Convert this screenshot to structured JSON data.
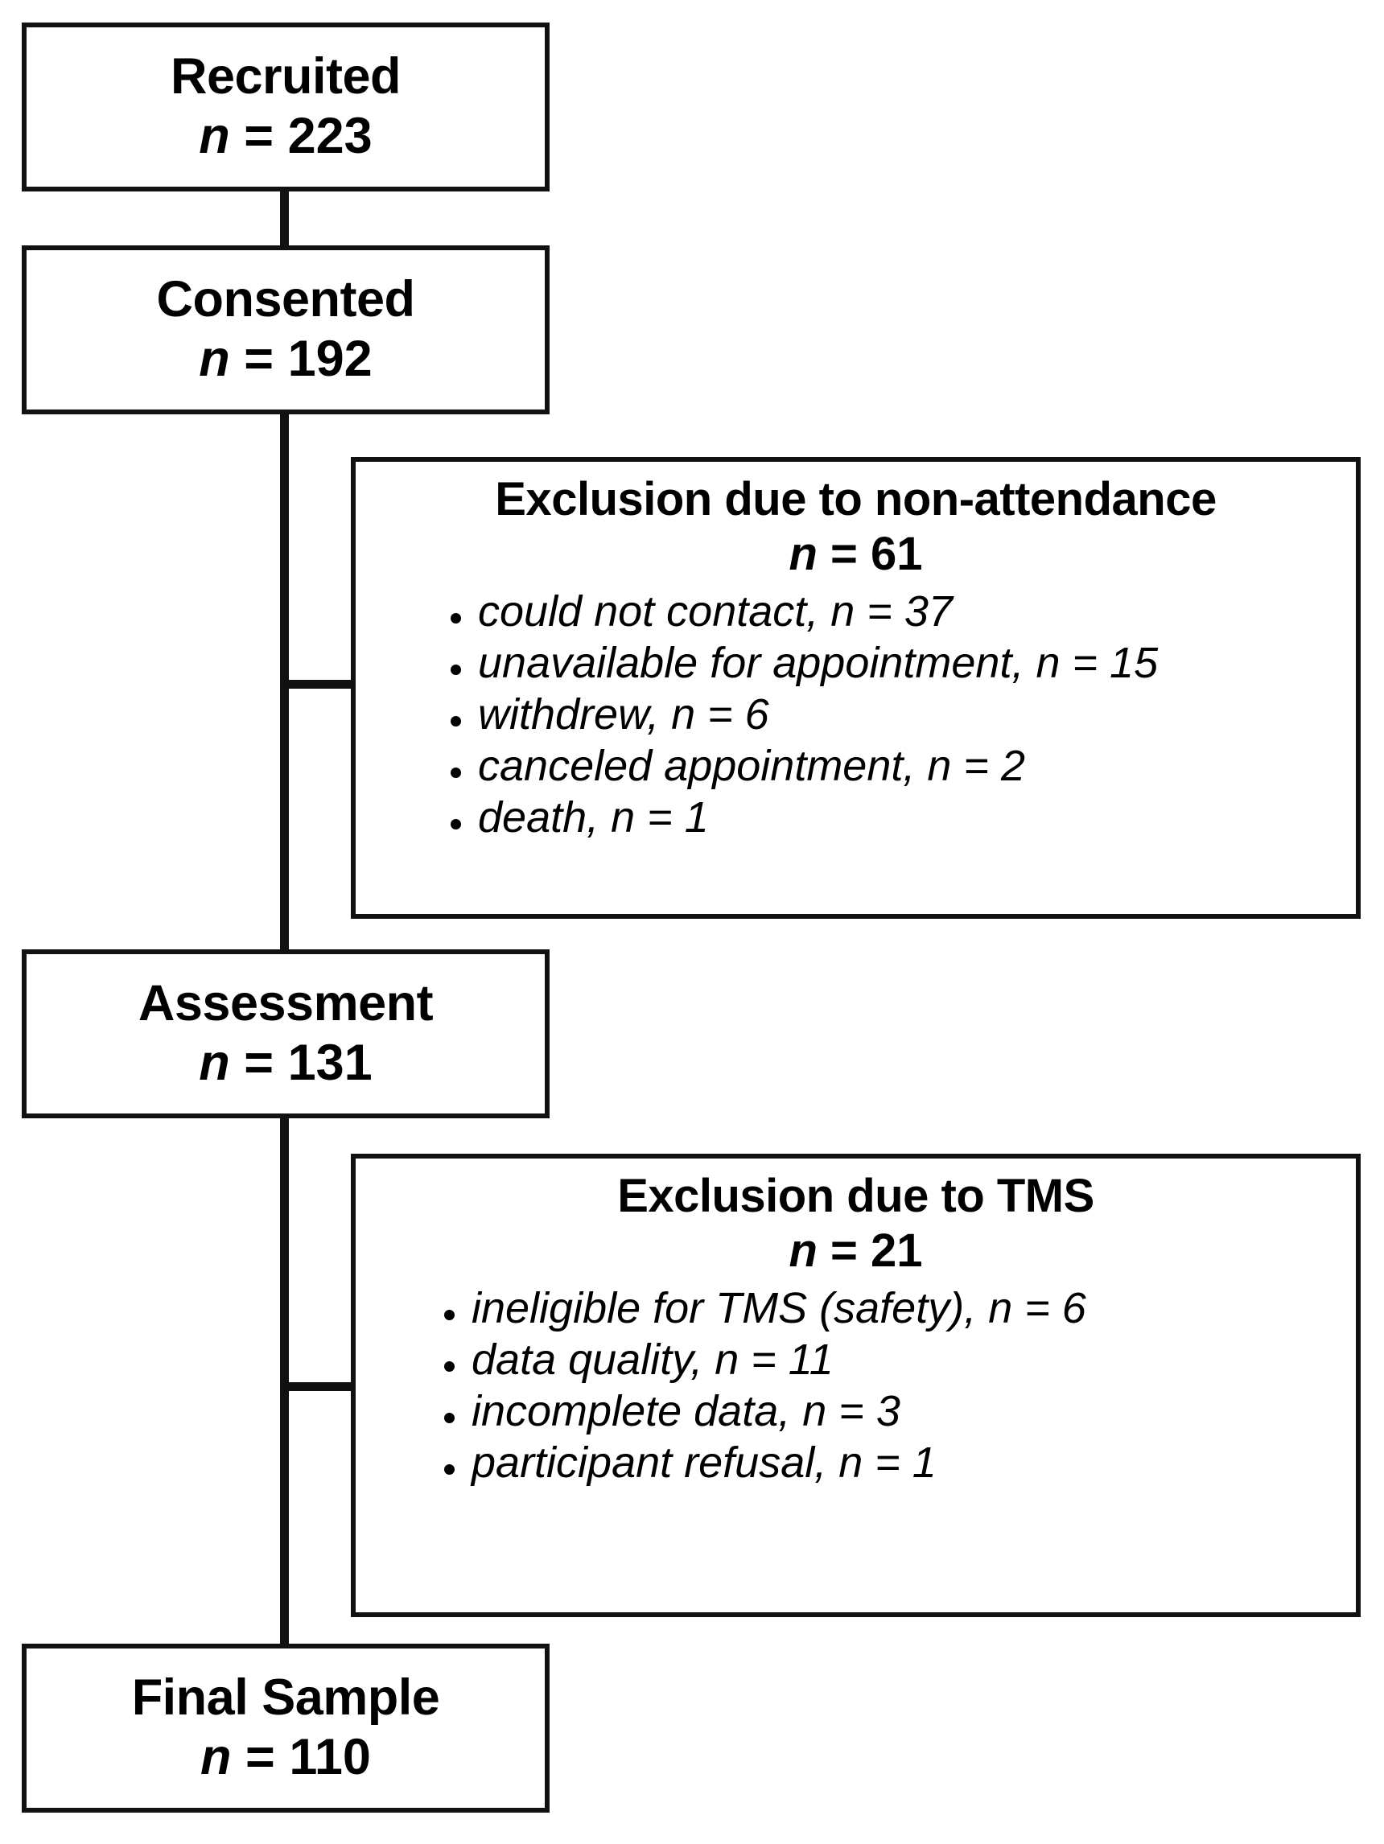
{
  "figure": {
    "type": "participant-flow-diagram",
    "stages": [
      {
        "id": "recruited",
        "title": "Recruited",
        "n_label": "n",
        "n_eq": " = ",
        "n_value": "223"
      },
      {
        "id": "consented",
        "title": "Consented",
        "n_label": "n",
        "n_eq": " = ",
        "n_value": "192"
      },
      {
        "id": "assessment",
        "title": "Assessment",
        "n_label": "n",
        "n_eq": " = ",
        "n_value": "131"
      },
      {
        "id": "final",
        "title": "Final Sample",
        "n_label": "n",
        "n_eq": " = ",
        "n_value": "110"
      }
    ],
    "exclusions": [
      {
        "id": "non-attendance",
        "title": "Exclusion due to non-attendance",
        "n_label": "n",
        "n_eq": " = ",
        "n_value": "61",
        "reasons": [
          "could not contact, n = 37",
          "unavailable for appointment, n = 15",
          "withdrew, n = 6",
          "canceled appointment, n = 2",
          "death, n = 1"
        ]
      },
      {
        "id": "tms",
        "title": "Exclusion due to TMS",
        "n_label": "n",
        "n_eq": " = ",
        "n_value": "21",
        "reasons": [
          "ineligible for TMS (safety), n = 6",
          "data quality, n = 11",
          "incomplete data, n = 3",
          "participant refusal, n = 1"
        ]
      }
    ],
    "colors": {
      "stroke": "#111111",
      "background": "#ffffff",
      "text": "#000000"
    }
  },
  "chart_data": {
    "type": "table",
    "title": "Participant flow",
    "categories": [
      "Recruited",
      "Consented",
      "Assessment",
      "Final Sample"
    ],
    "values": [
      223,
      192,
      131,
      110
    ],
    "exclusion_steps": [
      {
        "after": "Consented",
        "label": "Exclusion due to non-attendance",
        "total": 61,
        "reasons": [
          {
            "label": "could not contact",
            "n": 37
          },
          {
            "label": "unavailable for appointment",
            "n": 15
          },
          {
            "label": "withdrew",
            "n": 6
          },
          {
            "label": "canceled appointment",
            "n": 2
          },
          {
            "label": "death",
            "n": 1
          }
        ]
      },
      {
        "after": "Assessment",
        "label": "Exclusion due to TMS",
        "total": 21,
        "reasons": [
          {
            "label": "ineligible for TMS (safety)",
            "n": 6
          },
          {
            "label": "data quality",
            "n": 11
          },
          {
            "label": "incomplete data",
            "n": 3
          },
          {
            "label": "participant refusal",
            "n": 1
          }
        ]
      }
    ]
  }
}
